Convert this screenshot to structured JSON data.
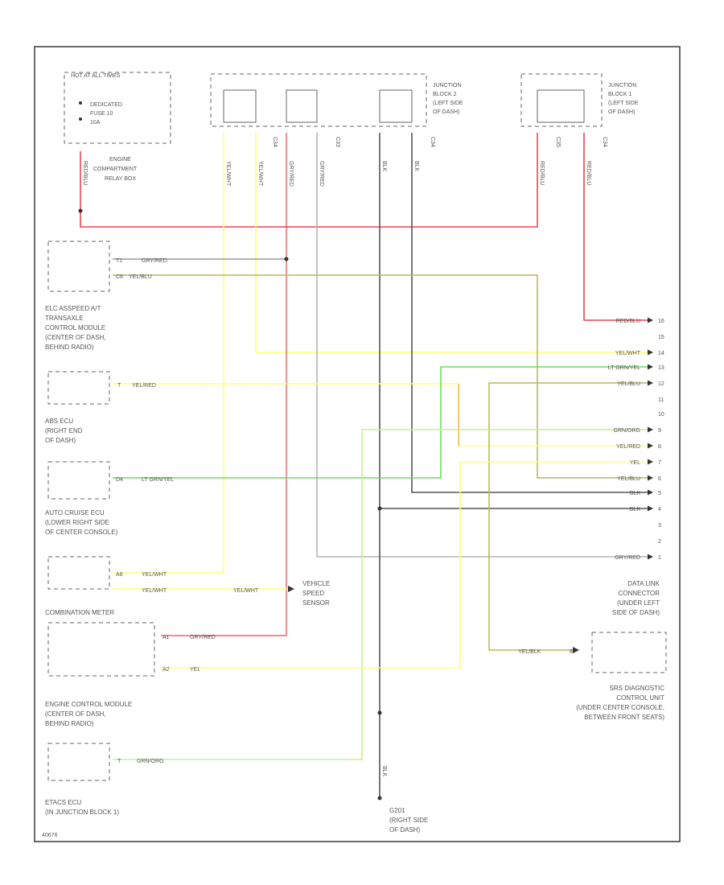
{
  "figure_id": "40676",
  "colors": {
    "red": "#e8474c",
    "yellow": "#ffff7a",
    "olive": "#b9b95e",
    "green": "#6cdc5c",
    "light_green": "#c5f08e",
    "gray": "#9a9a9a",
    "black": "#555555",
    "orange": "#ffbb55"
  },
  "components": {
    "fuse_block": {
      "header": "HOT AT ALL TIMES",
      "fuse": [
        "DEDICATED",
        "FUSE 10",
        "10A"
      ],
      "caption": [
        "ENGINE",
        "COMPARTMENT",
        "RELAY BOX"
      ]
    },
    "junction_block_2": [
      "JUNCTION",
      "BLOCK 2",
      "(LEFT SIDE",
      "OF DASH)"
    ],
    "junction_block_1": [
      "JUNCTION",
      "BLOCK 1",
      "(LEFT SIDE",
      "OF DASH)"
    ],
    "transaxle_module": [
      "ELC ASSPEED A/T",
      "TRANSAXLE",
      "CONTROL MODULE",
      "(CENTER OF DASH,",
      "BEHIND RADIO)"
    ],
    "abs_ecu": [
      "ABS ECU",
      "(RIGHT END",
      "OF DASH)"
    ],
    "cruise_ecu": [
      "AUTO CRUISE ECU",
      "(LOWER RIGHT SIDE",
      "OF CENTER CONSOLE)"
    ],
    "combination_meter": "COMBINATION METER",
    "engine_control_module": [
      "ENGINE CONTROL MODULE",
      "(CENTER OF DASH,",
      "BEHIND RADIO)"
    ],
    "etacs_ecu": [
      "ETACS ECU",
      "(IN JUNCTION BLOCK 1)"
    ],
    "vehicle_speed_sensor": [
      "VEHICLE",
      "SPEED",
      "SENSOR"
    ],
    "ground": [
      "G201",
      "(RIGHT SIDE",
      "OF DASH)"
    ],
    "data_link_connector": [
      "DATA LINK",
      "CONNECTOR",
      "(UNDER LEFT",
      "SIDE OF DASH)"
    ],
    "srs_unit": [
      "SRS DIAGNOSTIC",
      "CONTROL UNIT",
      "(UNDER CENTER CONSOLE,",
      "BETWEEN FRONT SEATS)"
    ]
  },
  "wire_labels": {
    "fuse_out": "RED/BLU",
    "jb2_1": "YEL/WHT",
    "jb2_2": "YEL/WHT",
    "jb2_3": "GRY/RED",
    "jb2_4": "GRY/RED",
    "jb2_5": "BLK",
    "jb2_6": "BLK",
    "jb1_1": "RED/BLU",
    "jb1_2": "RED/BLU",
    "tcm_1": "GRY/RED",
    "tcm_2": "YEL/BLU",
    "abs": "YEL/RED",
    "cruise": "LT GRN/YEL",
    "meter_1": "YEL/WHT",
    "meter_2": "YEL/WHT",
    "vss": "YEL/WHT",
    "ecm_1": "GRY/RED",
    "ecm_2": "YEL",
    "etacs": "GRN/ORG",
    "srs": "YEL/BLK",
    "ground": "BLK",
    "jb_pin_a": "C34",
    "jb_pin_b": "C33",
    "jb_pin_c": "C35"
  },
  "pin_labels": {
    "tcm_1": "T1",
    "tcm_2": "C6",
    "abs": "T",
    "cruise": "D4",
    "meter": "A8",
    "ecm_1": "A1",
    "ecm_2": "A2",
    "etacs": "T",
    "srs": "8"
  },
  "dlc_pins": [
    {
      "label": "RED/BLU",
      "num": "16"
    },
    {
      "label": "",
      "num": "15"
    },
    {
      "label": "YEL/WHT",
      "num": "14"
    },
    {
      "label": "LT GRN/YEL",
      "num": "13"
    },
    {
      "label": "YEL/BLU",
      "num": "12"
    },
    {
      "label": "",
      "num": "11"
    },
    {
      "label": "",
      "num": "10"
    },
    {
      "label": "GRN/ORG",
      "num": "9"
    },
    {
      "label": "YEL/RED",
      "num": "8"
    },
    {
      "label": "YEL",
      "num": "7"
    },
    {
      "label": "YEL/BLU",
      "num": "6"
    },
    {
      "label": "BLK",
      "num": "5"
    },
    {
      "label": "BLK",
      "num": "4"
    },
    {
      "label": "",
      "num": "3"
    },
    {
      "label": "",
      "num": "2"
    },
    {
      "label": "GRY/RED",
      "num": "1"
    }
  ]
}
